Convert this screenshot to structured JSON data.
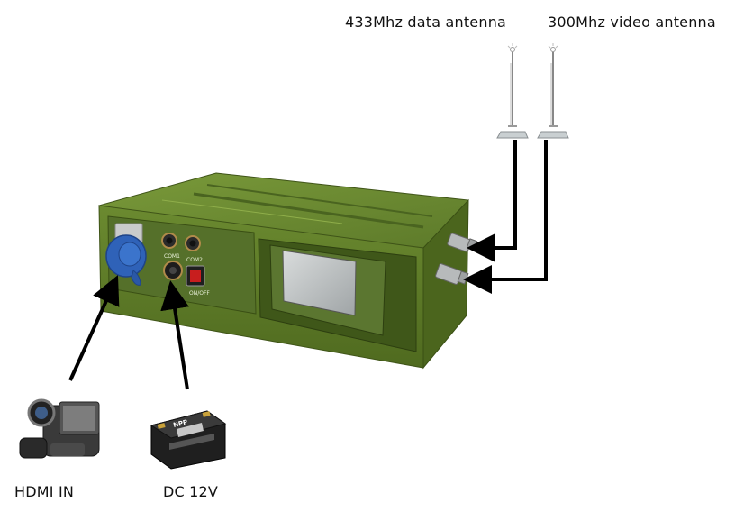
{
  "labels": {
    "data_antenna": "433Mhz data antenna",
    "video_antenna": "300Mhz video antenna",
    "hdmi_in": "HDMI IN",
    "dc_power": "DC 12V"
  },
  "device": {
    "ports": {
      "com1": "COM1",
      "com2": "COM2",
      "power_switch": "ON/OFF"
    }
  },
  "battery": {
    "brand": "NPP"
  },
  "colors": {
    "device_green": "#5f7a2c",
    "device_green_dark": "#3f5418",
    "device_green_light": "#7a9a3a",
    "hdmi_blue": "#2f62b8",
    "wire": "#000000",
    "antenna_base": "#c9cfd1"
  }
}
